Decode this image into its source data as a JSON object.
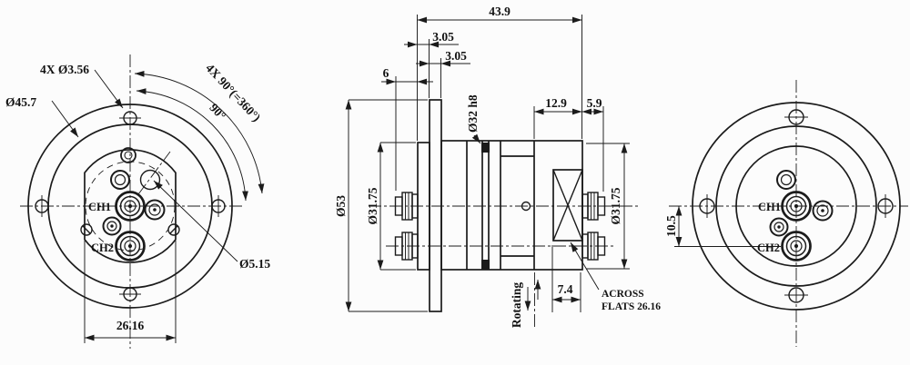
{
  "drawing_type": "mechanical-engineering-3-view",
  "colors": {
    "line": "#1b1b1b",
    "background": "#fcfcfc",
    "text": "#121212"
  },
  "front_view": {
    "bolt_holes_label": "4X Ø3.56",
    "bolt_circle_label": "Ø45.7",
    "angle_pattern_label": "4X 90°(=360°)",
    "angle_label": "90°",
    "hole_label": "Ø5.15",
    "across_flats_dim": "26.16",
    "ch1_label": "CH1",
    "ch2_label": "CH2"
  },
  "side_view": {
    "overall_length": "43.9",
    "stator_thickness": "3.05",
    "flange_thickness": "3.05",
    "connector_protrusion": "6",
    "rotor_length": "12.9",
    "rear_connector_protrusion": "5.9",
    "pilot_diameter": "Ø32 h8",
    "flange_diameter": "Ø53",
    "stator_diameter": "Ø31.75",
    "rotor_diameter": "Ø31.75",
    "hex_length": "7.4",
    "across_flats_note_line1": "ACROSS",
    "across_flats_note_line2": "FLATS 26.16",
    "rotating_label": "Rotating"
  },
  "rear_view": {
    "channel_offset": "10.5",
    "ch1_label": "CH1",
    "ch2_label": "CH2"
  }
}
